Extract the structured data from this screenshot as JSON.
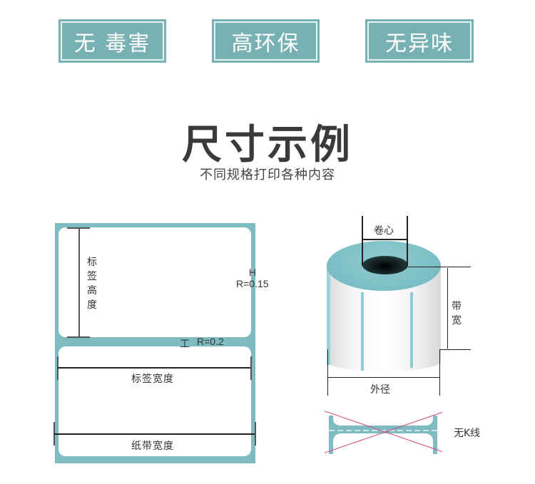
{
  "badges": [
    {
      "label": "无 毒害"
    },
    {
      "label": "高环保"
    },
    {
      "label": "无异味"
    }
  ],
  "section": {
    "title": "尺寸示例",
    "subtitle": "不同规格打印各种内容"
  },
  "label_diagram": {
    "label_height": "标签高度",
    "label_height_chars": [
      "标",
      "签",
      "高",
      "度"
    ],
    "corner_radius_label": "R=0.15",
    "corner_h_marker": "H",
    "gap_marker": "工",
    "gap_radius_label": "R=0.2",
    "label_width": "标签宽度",
    "tape_width": "纸带宽度"
  },
  "roll_diagram": {
    "core": "卷心",
    "tape_width_chars": [
      "带",
      "宽"
    ],
    "outer_diameter": "外径",
    "no_k_line": "无K线"
  },
  "colors": {
    "badge_teal": "#78b1b3",
    "backing_teal": "#7fbcc2",
    "cross_red": "#d1477a"
  }
}
